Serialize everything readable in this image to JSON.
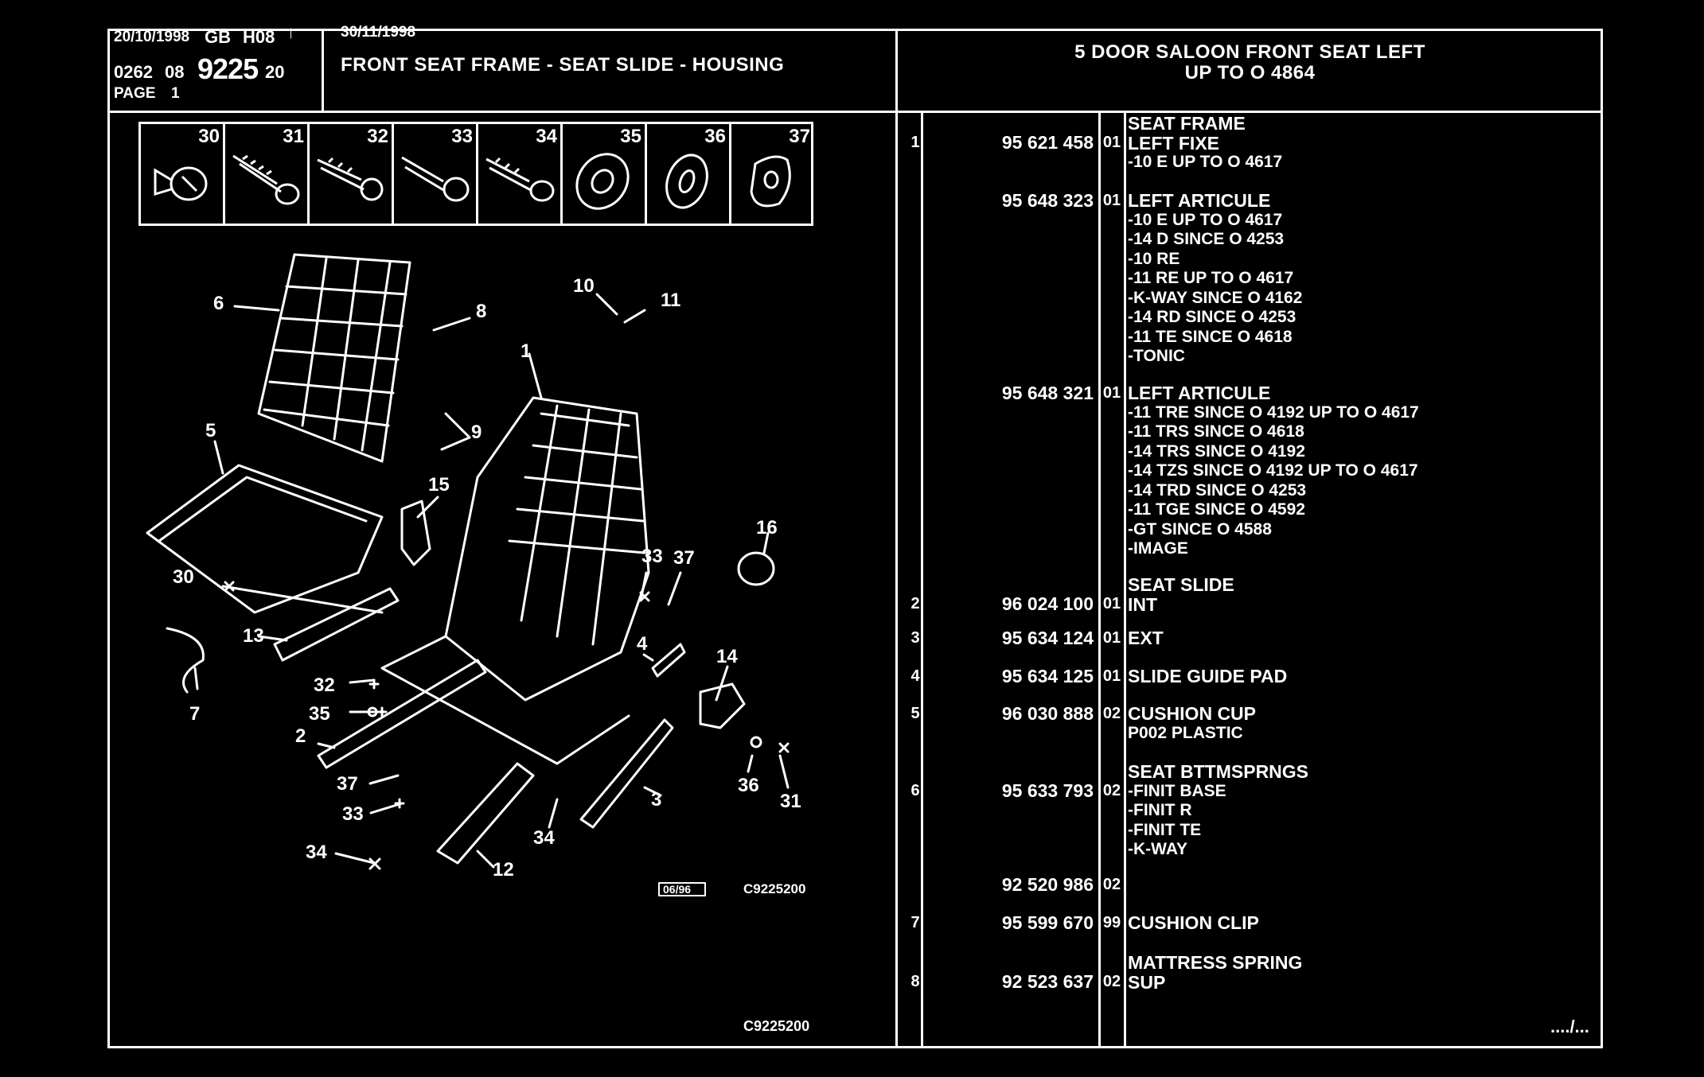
{
  "header": {
    "date1": "20/10/1998",
    "market": "GB",
    "code": "H08",
    "ref_prefix": "0262",
    "ref_mid": "08",
    "ref_main": "9225",
    "ref_suffix": "20",
    "page_label": "PAGE",
    "page_number": "1",
    "date2": "30/11/1998",
    "title": "FRONT SEAT FRAME - SEAT SLIDE - HOUSING",
    "right_title_line1": "5 DOOR SALOON FRONT SEAT LEFT",
    "right_title_line2": "UP TO O  4864"
  },
  "parts_strip": [
    "30",
    "31",
    "32",
    "33",
    "34",
    "35",
    "36",
    "37"
  ],
  "diagram": {
    "callouts": [
      "6",
      "8",
      "10",
      "11",
      "1",
      "5",
      "9",
      "15",
      "16",
      "30",
      "33",
      "37",
      "13",
      "7",
      "4",
      "14",
      "32",
      "35",
      "2",
      "37",
      "33",
      "36",
      "31",
      "3",
      "34",
      "12",
      "34"
    ],
    "box_label": "06/96",
    "ref_label": "C9225200",
    "footer_ref": "C9225200"
  },
  "rows": [
    {
      "idx": "1",
      "pn": "95 621 458",
      "qty": "01",
      "heading": "SEAT FRAME",
      "lines": [
        "LEFT FIXE",
        "-10 E UP  TO  O  4617"
      ]
    },
    {
      "idx": "",
      "pn": "95 648 323",
      "qty": "01",
      "heading": "",
      "lines": [
        "LEFT ARTICULE",
        "-10 E UP  TO  O  4617",
        "-14 D SINCE  O  4253",
        "-10 RE",
        "-11 RE UP  TO  O  4617",
        "-K-WAY SINCE  O  4162",
        "-14 RD SINCE  O  4253",
        "-11 TE SINCE  O  4618",
        "-TONIC"
      ]
    },
    {
      "idx": "",
      "pn": "95 648 321",
      "qty": "01",
      "heading": "",
      "lines": [
        "LEFT ARTICULE",
        "-11 TRE SINCE  O  4192 UP  TO  O  4617",
        "-11 TRS SINCE  O  4618",
        "-14 TRS SINCE  O  4192",
        "-14 TZS SINCE  O  4192 UP  TO  O  4617",
        "-14 TRD SINCE  O  4253",
        "-11 TGE SINCE  O  4592",
        "-GT SINCE  O  4588",
        "-IMAGE"
      ]
    },
    {
      "idx": "2",
      "pn": "96 024 100",
      "qty": "01",
      "heading": "SEAT SLIDE",
      "lines": [
        "INT"
      ]
    },
    {
      "idx": "3",
      "pn": "95 634 124",
      "qty": "01",
      "heading": "",
      "lines": [
        "EXT"
      ]
    },
    {
      "idx": "4",
      "pn": "95 634 125",
      "qty": "01",
      "heading": "",
      "lines": [
        "SLIDE GUIDE PAD"
      ]
    },
    {
      "idx": "5",
      "pn": "96 030 888",
      "qty": "02",
      "heading": "",
      "lines": [
        "CUSHION CUP",
        "P002 PLASTIC"
      ]
    },
    {
      "idx": "6",
      "pn": "95 633 793",
      "qty": "02",
      "heading": "SEAT BTTMSPRNGS",
      "lines": [
        "-FINIT BASE",
        "-FINIT R",
        "-FINIT TE",
        "-K-WAY"
      ]
    },
    {
      "idx": "",
      "pn": "92 520 986",
      "qty": "02",
      "heading": "",
      "lines": []
    },
    {
      "idx": "7",
      "pn": "95 599 670",
      "qty": "99",
      "heading": "",
      "lines": [
        "CUSHION CLIP"
      ]
    },
    {
      "idx": "8",
      "pn": "92 523 637",
      "qty": "02",
      "heading": "MATTRESS SPRING",
      "lines": [
        "SUP"
      ]
    }
  ],
  "continuation": "..../..."
}
